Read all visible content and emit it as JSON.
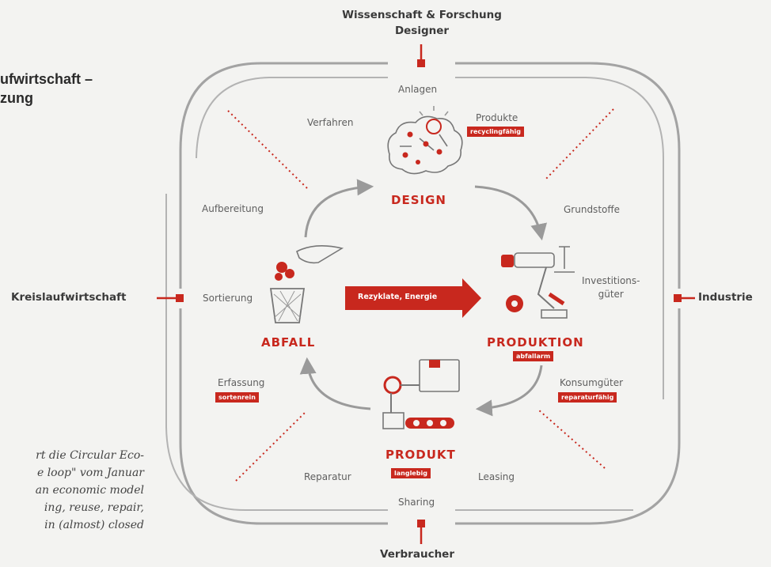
{
  "heading": {
    "line1": "ufwirtschaft –",
    "line2": "zung"
  },
  "caption": {
    "lines": [
      "rt die Circular Eco-",
      "e loop\" vom Januar",
      "an economic model",
      "ing,  reuse,  repair,",
      "in  (almost)  closed"
    ]
  },
  "diagram": {
    "outer": {
      "top": [
        "Wissenschaft & Forschung",
        "Designer"
      ],
      "left": "Kreislaufwirtschaft",
      "right": "Industrie",
      "bottom": "Verbraucher"
    },
    "ring": {
      "anlagen": "Anlagen",
      "verfahren": "Verfahren",
      "produkte": "Produkte",
      "aufbereitung": "Aufbereitung",
      "grundstoffe": "Grundstoffe",
      "sortierung": "Sortierung",
      "investitionsgueter": [
        "Investitions-",
        "güter"
      ],
      "erfassung": "Erfassung",
      "konsumgueter": "Konsumgüter",
      "reparatur": "Reparatur",
      "leasing": "Leasing",
      "sharing": "Sharing"
    },
    "nodes": {
      "design": "DESIGN",
      "abfall": "ABFALL",
      "produktion": "PRODUKTION",
      "produkt": "PRODUKT"
    },
    "tags": {
      "recyclingfaehig": "recyclingfähig",
      "abfallarm": "abfallarm",
      "sortenrein": "sortenrein",
      "reparaturfaehig": "reparaturfähig",
      "langlebig": "langlebig"
    },
    "arrow_label": "Rezyklate, Energie",
    "colors": {
      "accent": "#c8281e",
      "line": "#9a9a9a"
    }
  }
}
